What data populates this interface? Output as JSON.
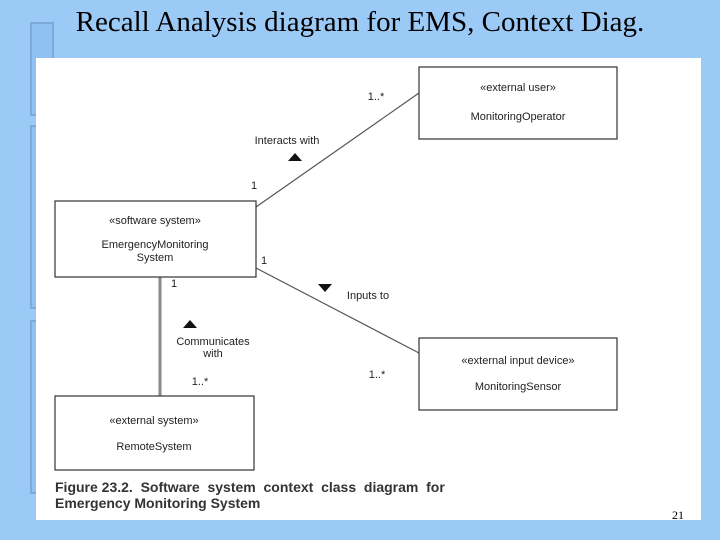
{
  "title": "Recall Analysis diagram for EMS, Context Diag.",
  "page_number": "21",
  "diagram": {
    "classes": {
      "monitoring_operator": {
        "stereotype": "«external user»",
        "name": "MonitoringOperator"
      },
      "ems": {
        "stereotype": "«software system»",
        "name_line1": "EmergencyMonitoring",
        "name_line2": "System"
      },
      "monitoring_sensor": {
        "stereotype": "«external input device»",
        "name": "MonitoringSensor"
      },
      "remote_system": {
        "stereotype": "«external system»",
        "name": "RemoteSystem"
      }
    },
    "associations": {
      "interacts": {
        "label": "Interacts with",
        "mult_system": "1",
        "mult_operator": "1..*"
      },
      "inputs": {
        "label": "Inputs to",
        "mult_system": "1",
        "mult_sensor": "1..*"
      },
      "communicates": {
        "label_line1": "Communicates",
        "label_line2": "with",
        "mult_system": "1",
        "mult_remote": "1..*"
      }
    },
    "caption_line1": "Figure 23.2.  Software  system  context  class  diagram  for",
    "caption_line2": "Emergency Monitoring System"
  }
}
